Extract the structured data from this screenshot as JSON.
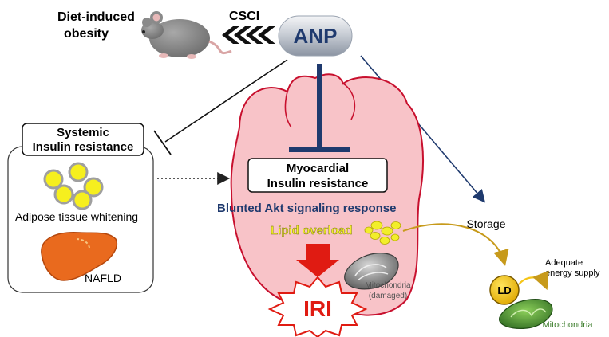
{
  "labels": {
    "diet_obesity_line1": "Diet-induced",
    "diet_obesity_line2": "obesity",
    "csci": "CSCI",
    "anp": "ANP",
    "systemic_line1": "Systemic",
    "systemic_line2": "Insulin resistance",
    "adipose": "Adipose tissue whitening",
    "nafld": "NAFLD",
    "myocardial_line1": "Myocardial",
    "myocardial_line2": "Insulin resistance",
    "blunted_akt": "Blunted Akt signaling response",
    "lipid_overload": "Lipid overload",
    "iri": "IRI",
    "mito_damaged_line1": "Mitochondria",
    "mito_damaged_line2": "(damaged)",
    "storage": "Storage",
    "ld": "LD",
    "adequate_line1": "Adequate",
    "adequate_line2": "energy supply",
    "mitochondria": "Mitochondria"
  },
  "colors": {
    "navy": "#1f3a6e",
    "heart_fill": "#f8c3c8",
    "heart_stroke": "#c8102e",
    "lipid_yellow": "#f2ee2a",
    "ld_gold": "#f5c518",
    "arrow_gold": "#c79a1b",
    "mito_green": "#3f7f2f",
    "liver_orange": "#e96a1e",
    "iri_red": "#e01b12"
  }
}
